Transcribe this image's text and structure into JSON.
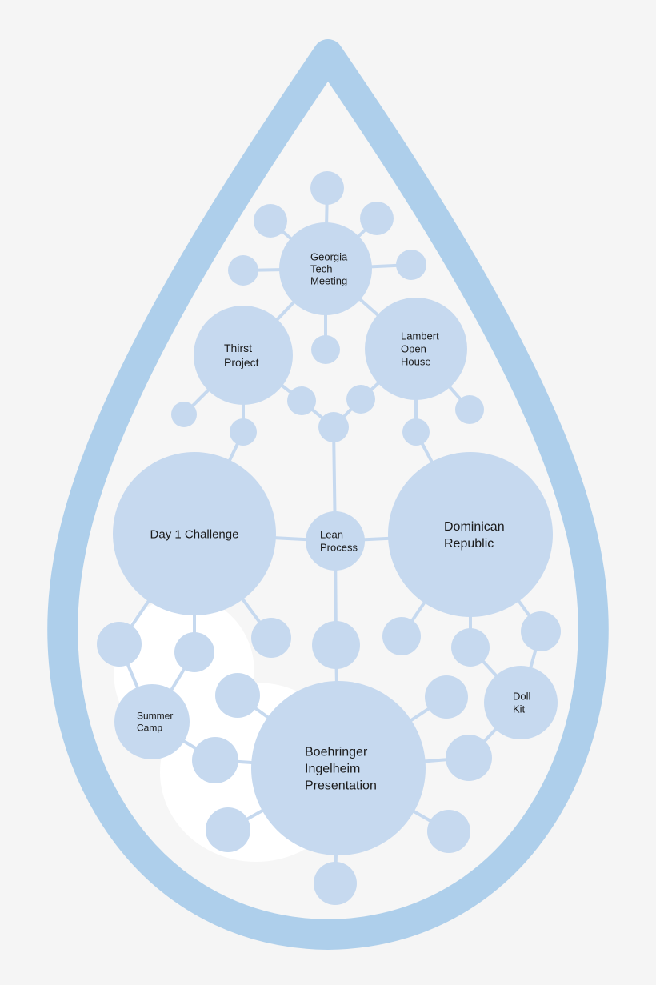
{
  "colors": {
    "background": "#f5f5f5",
    "drop_outline": "#aecfeb",
    "drop_fill": "#f6f6f6",
    "node_fill": "#c6d9ef",
    "edge": "#c6d9ef",
    "white_blob": "#ffffff",
    "text": "#1a1a1a"
  },
  "nodes": [
    {
      "id": "georgia-tech-meeting",
      "label": [
        "Georgia",
        "Tech",
        "Meeting"
      ]
    },
    {
      "id": "thirst-project",
      "label": [
        "Thirst",
        "Project"
      ]
    },
    {
      "id": "lambert-open-house",
      "label": [
        "Lambert",
        "Open",
        "House"
      ]
    },
    {
      "id": "day-1-challenge",
      "label": [
        "Day 1 Challenge"
      ]
    },
    {
      "id": "lean-process",
      "label": [
        "Lean",
        "Process"
      ]
    },
    {
      "id": "dominican-republic",
      "label": [
        "Dominican",
        "Republic"
      ]
    },
    {
      "id": "summer-camp",
      "label": [
        "Summer",
        "Camp"
      ]
    },
    {
      "id": "doll-kit",
      "label": [
        "Doll",
        "Kit"
      ]
    },
    {
      "id": "boehringer-ingelheim-presentation",
      "label": [
        "Boehringer",
        "Ingelheim",
        "Presentation"
      ]
    }
  ]
}
